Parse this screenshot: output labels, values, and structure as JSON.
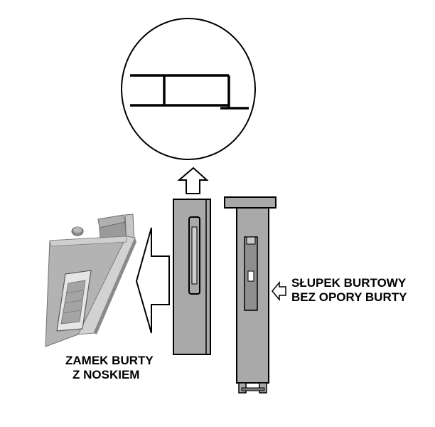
{
  "labels": {
    "post_line1": "SŁUPEK BURTOWY",
    "post_line2": "BEZ OPORY BURTY",
    "lock_line1": "ZAMEK BURTY",
    "lock_line2": "Z NOSKIEM"
  },
  "colors": {
    "ink": "#000000",
    "paper": "#ffffff",
    "steel": "#a9a9a9",
    "steel_light": "#c8c8c8",
    "steel_dark": "#7a7a7a"
  },
  "icons": [
    "arrow-up-icon",
    "arrow-left-icon",
    "arrow-left-small-icon"
  ]
}
